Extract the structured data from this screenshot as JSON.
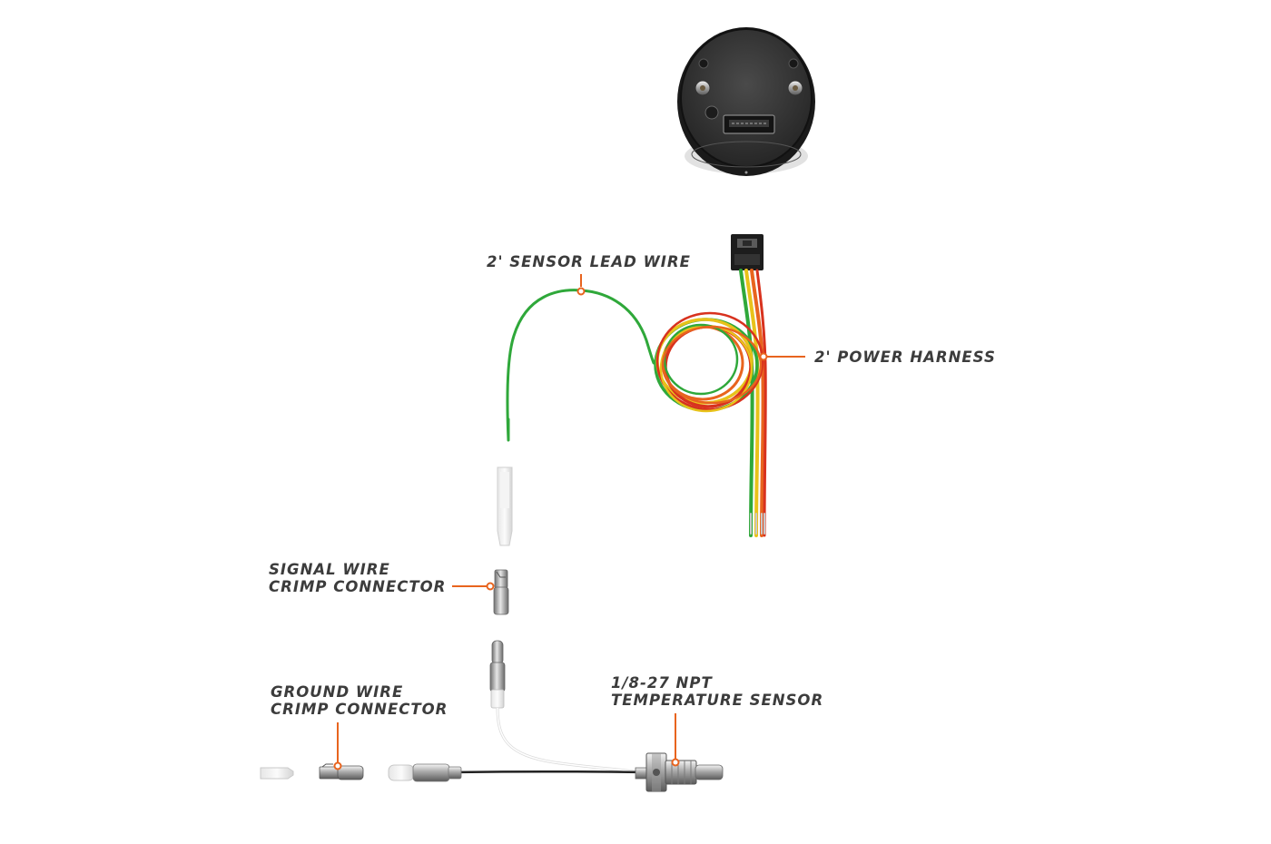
{
  "colors": {
    "accent": "#e8641e",
    "label_text": "#3c3c3c",
    "wire_green": "#2fa83a",
    "wire_yellow": "#e8c21a",
    "wire_red": "#d8321e",
    "wire_orange": "#e8641e",
    "wire_black": "#222222",
    "wire_white": "#f2f2f2",
    "gauge_body": "#2b2b2b"
  },
  "labels": {
    "sensor_lead_wire": "2' SENSOR LEAD WIRE",
    "power_harness": "2' POWER HARNESS",
    "signal_connector_line1": "SIGNAL WIRE",
    "signal_connector_line2": "CRIMP CONNECTOR",
    "ground_connector_line1": "GROUND WIRE",
    "ground_connector_line2": "CRIMP CONNECTOR",
    "temp_sensor_line1": "1/8-27 NPT",
    "temp_sensor_line2": "TEMPERATURE SENSOR"
  }
}
